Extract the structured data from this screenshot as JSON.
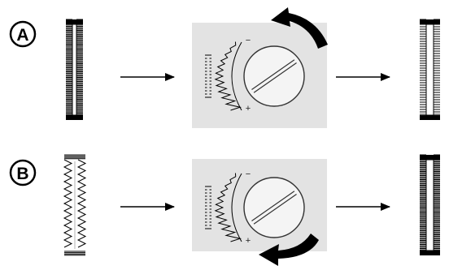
{
  "rows": [
    {
      "label": "A",
      "before_stitch": "dense-satin-buttonhole",
      "dial": {
        "minus": "−",
        "plus": "+",
        "rotation": "counterclockwise"
      },
      "after_stitch": "open-satin-buttonhole"
    },
    {
      "label": "B",
      "before_stitch": "open-zigzag-buttonhole",
      "dial": {
        "minus": "−",
        "plus": "+",
        "rotation": "clockwise"
      },
      "after_stitch": "dense-satin-buttonhole"
    }
  ],
  "colors": {
    "ink": "#000000",
    "panel": "#e3e3e3",
    "background": "#ffffff"
  }
}
